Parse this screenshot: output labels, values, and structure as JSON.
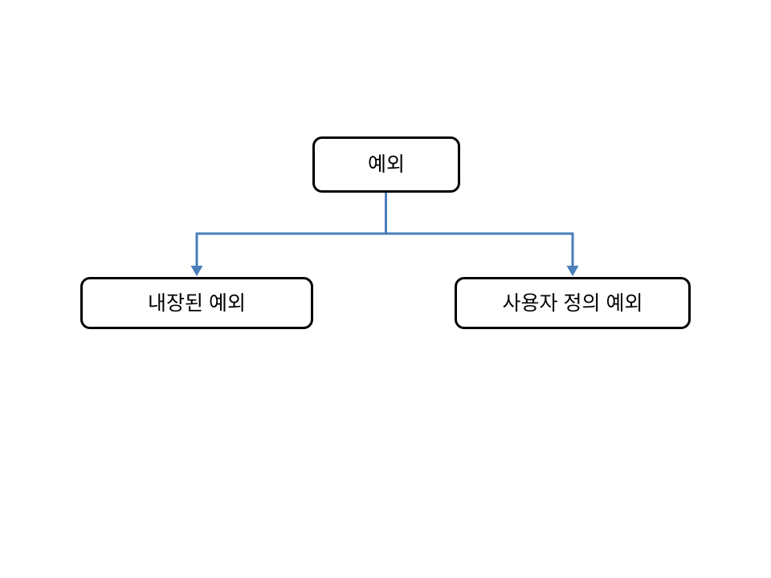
{
  "slide": {
    "background_color": "#ffffff"
  },
  "diagram": {
    "type": "hierarchy",
    "connector_color": "#4a7ebb",
    "connector_width": "3",
    "node_border_color": "#000000",
    "node_fill_color": "#ffffff",
    "text_color": "#000000",
    "root": {
      "label": "예외"
    },
    "children": [
      {
        "label": "내장된 예외"
      },
      {
        "label": "사용자 정의 예외"
      }
    ]
  }
}
